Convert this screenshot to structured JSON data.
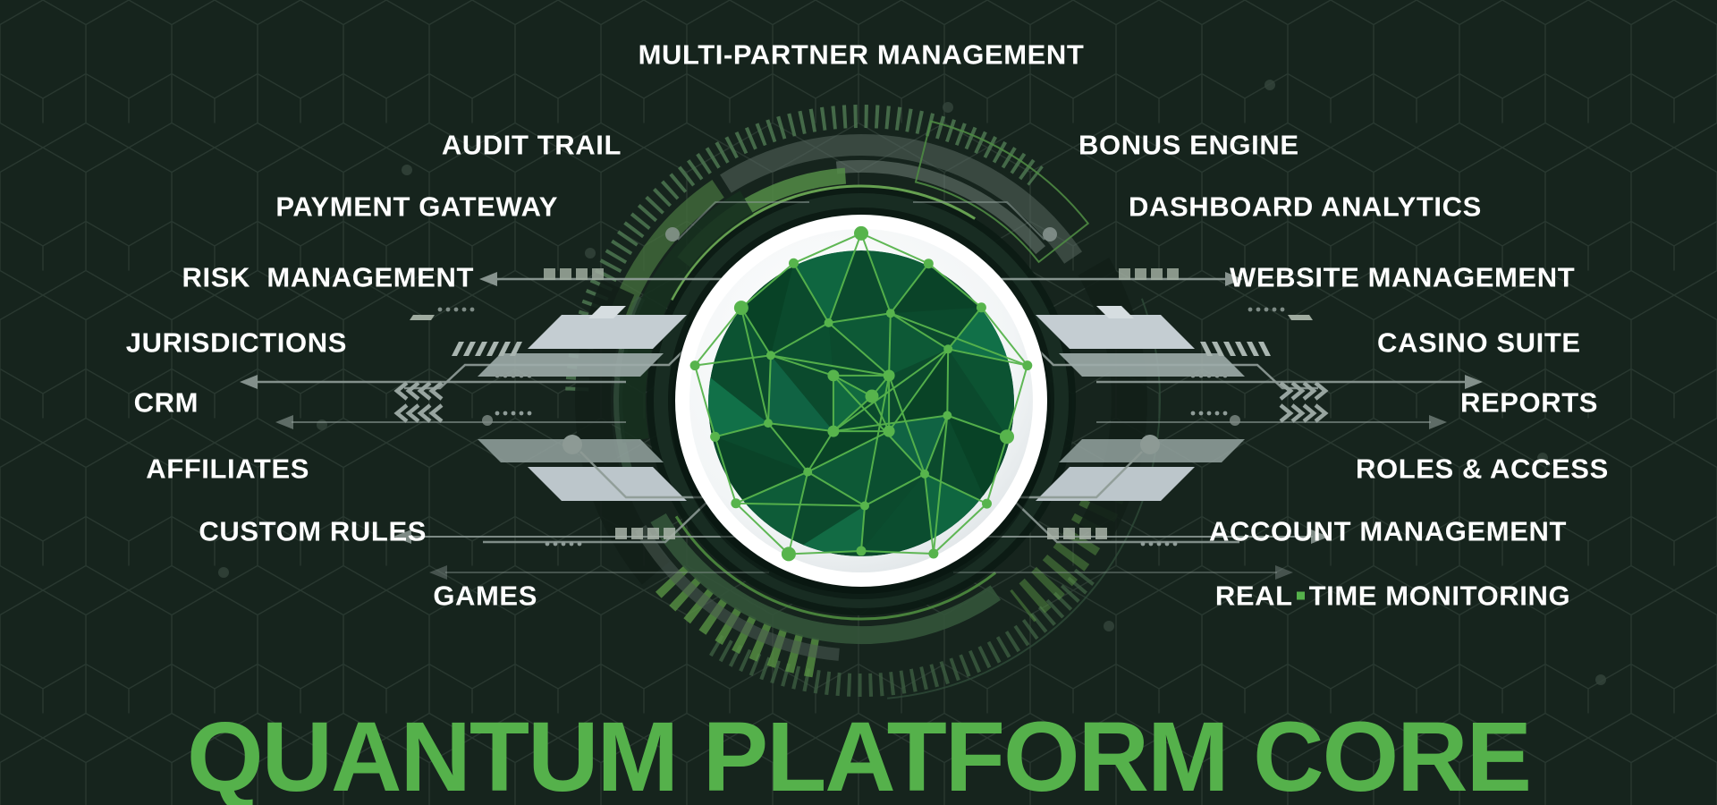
{
  "title": "QUANTUM PLATFORM CORE",
  "top_label": "MULTI-PARTNER MANAGEMENT",
  "left_labels": [
    "AUDIT TRAIL",
    "PAYMENT GATEWAY",
    "RISK  MANAGEMENT",
    "JURISDICTIONS",
    "CRM",
    "AFFILIATES",
    "CUSTOM RULES",
    "GAMES"
  ],
  "right_labels": [
    "BONUS ENGINE",
    "DASHBOARD ANALYTICS",
    "WEBSITE MANAGEMENT",
    "CASINO SUITE",
    "REPORTS",
    "ROLES & ACCESS",
    "ACCOUNT MANAGEMENT"
  ],
  "real_time": {
    "before": "REAL",
    "after": "TIME MONITORING"
  },
  "colors": {
    "background": "#16241d",
    "accent_green": "#55b14b",
    "label_white": "#ffffff",
    "wireframe_green": "#57b44c",
    "sphere_dark_green": "#0b4a2d",
    "circuit_gray": "#9aa7a3"
  }
}
